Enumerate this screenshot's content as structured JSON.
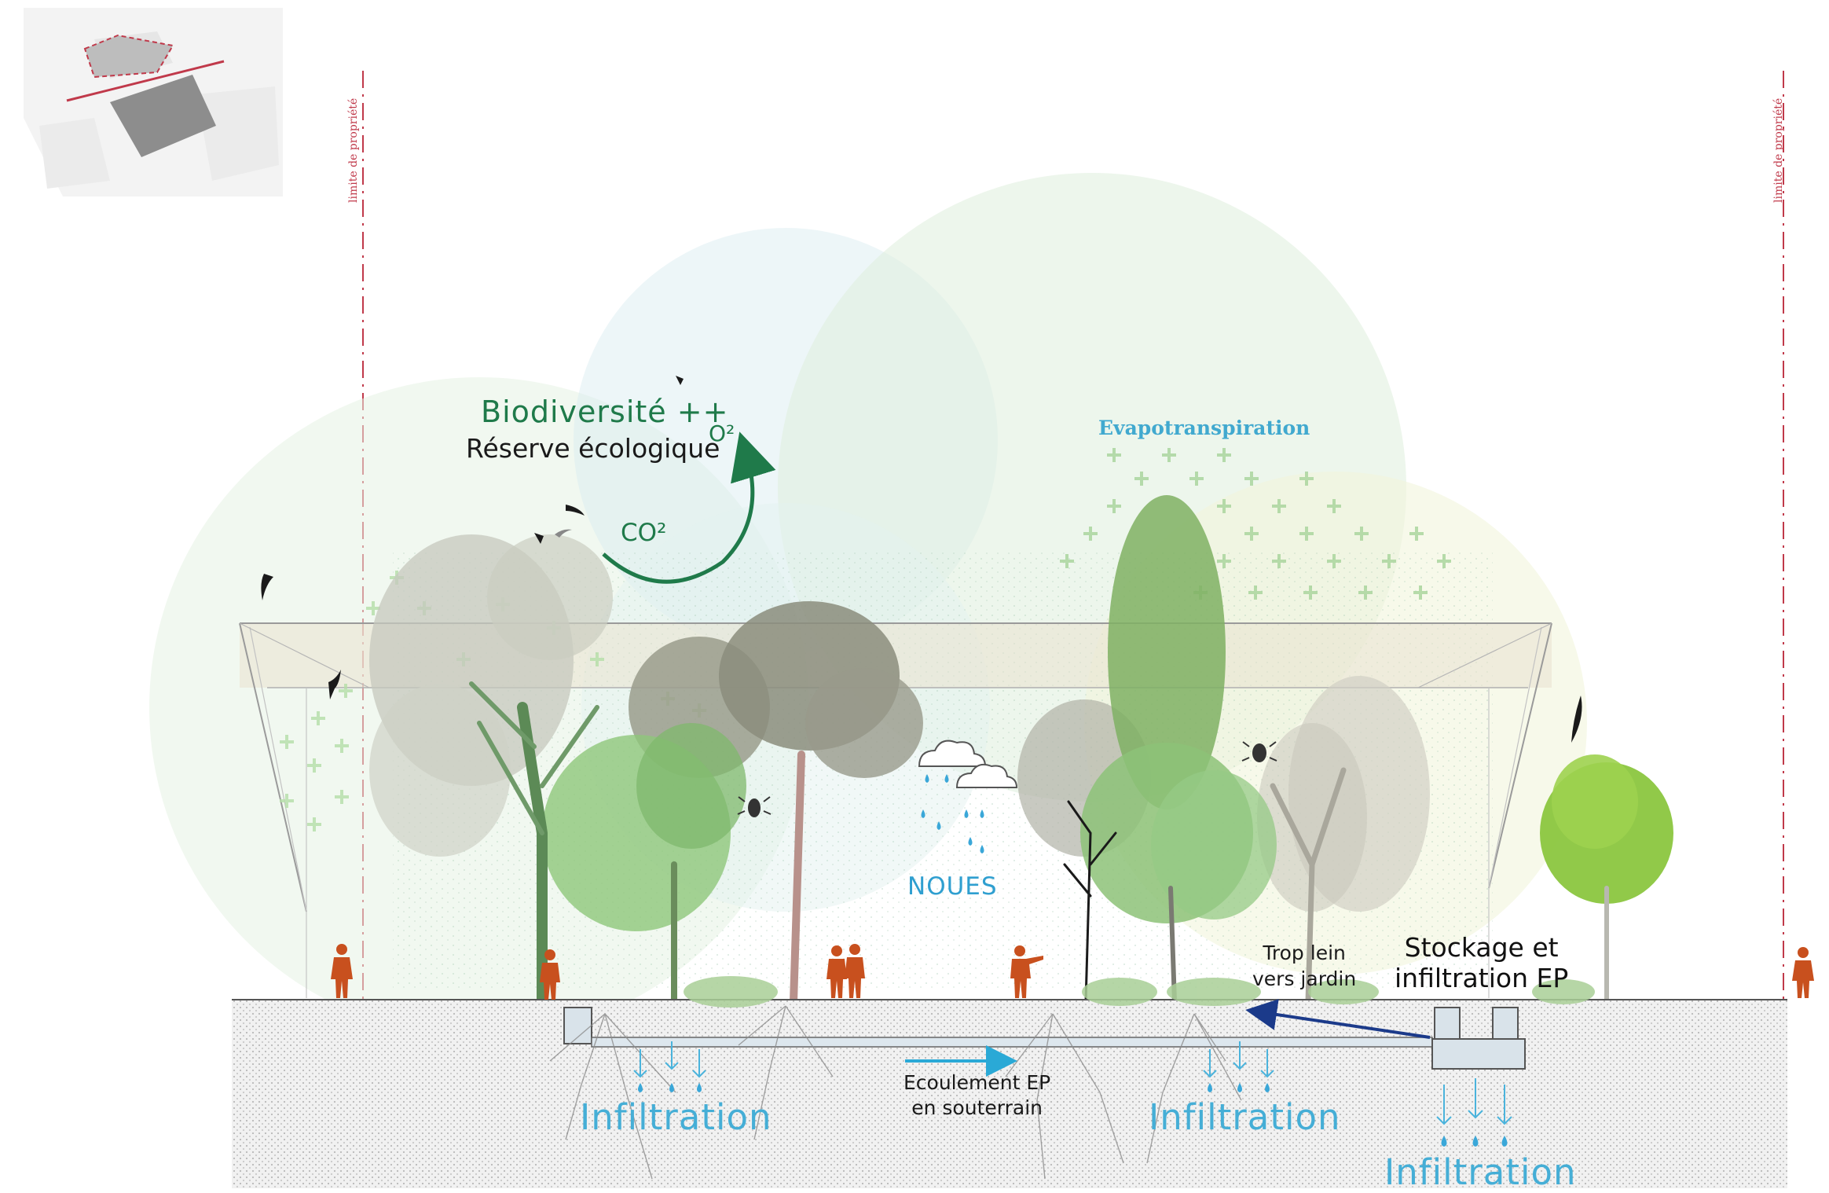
{
  "labels": {
    "biodiversite": "Biodiversité ++",
    "reserve": "Réserve écologique",
    "o2": "O²",
    "co2": "CO²",
    "evapotranspiration": "Evapotranspiration",
    "noues": "NOUES",
    "trop_plein_line1": "Trop lein",
    "trop_plein_line2": "vers jardin",
    "stockage_line1": "Stockage et",
    "stockage_line2": "infiltration EP",
    "ecoulement_line1": "Ecoulement EP",
    "ecoulement_line2": "en souterrain",
    "infiltration": [
      "Infiltration",
      "Infiltration",
      "Infiltration"
    ],
    "limite_propriete": [
      "limite de propriété",
      "limite de propriété"
    ]
  },
  "colors": {
    "green_text": "#1f7a4a",
    "water_blue": "#45aed6",
    "arrow_dark_blue": "#1b3a8a",
    "people_orange": "#c8501e",
    "property_line": "#c0394a",
    "tree_green": "#5ea84a",
    "tree_grey": "#8a8f7c"
  },
  "icons": [
    "locator-map",
    "bird-icon",
    "insect-icon",
    "cloud-icon",
    "rain-drop-icon",
    "person-icon"
  ]
}
